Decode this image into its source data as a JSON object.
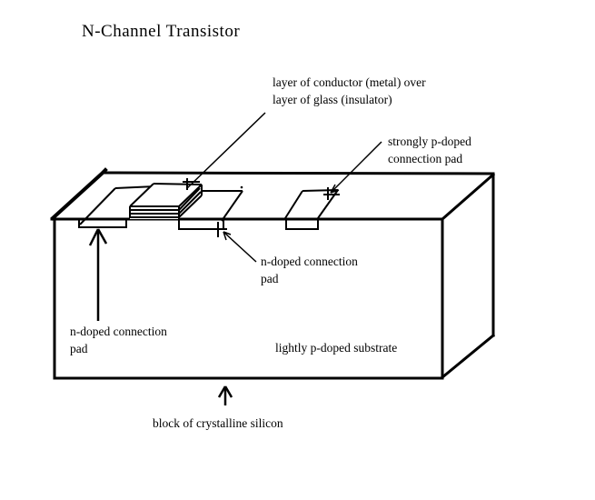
{
  "title": "N-Channel Transistor",
  "labels": {
    "conductor_line1": "layer of conductor (metal) over",
    "conductor_line2": "layer of glass (insulator)",
    "strongly_p_line1": "strongly p-doped",
    "strongly_p_line2": "connection pad",
    "n_right_line1": "n-doped connection",
    "n_right_line2": "pad",
    "n_left_line1": "n-doped connection",
    "n_left_line2": "pad",
    "substrate": "lightly p-doped substrate",
    "silicon": "block of crystalline silicon"
  },
  "colors": {
    "ink": "#000000",
    "background": "#ffffff"
  }
}
